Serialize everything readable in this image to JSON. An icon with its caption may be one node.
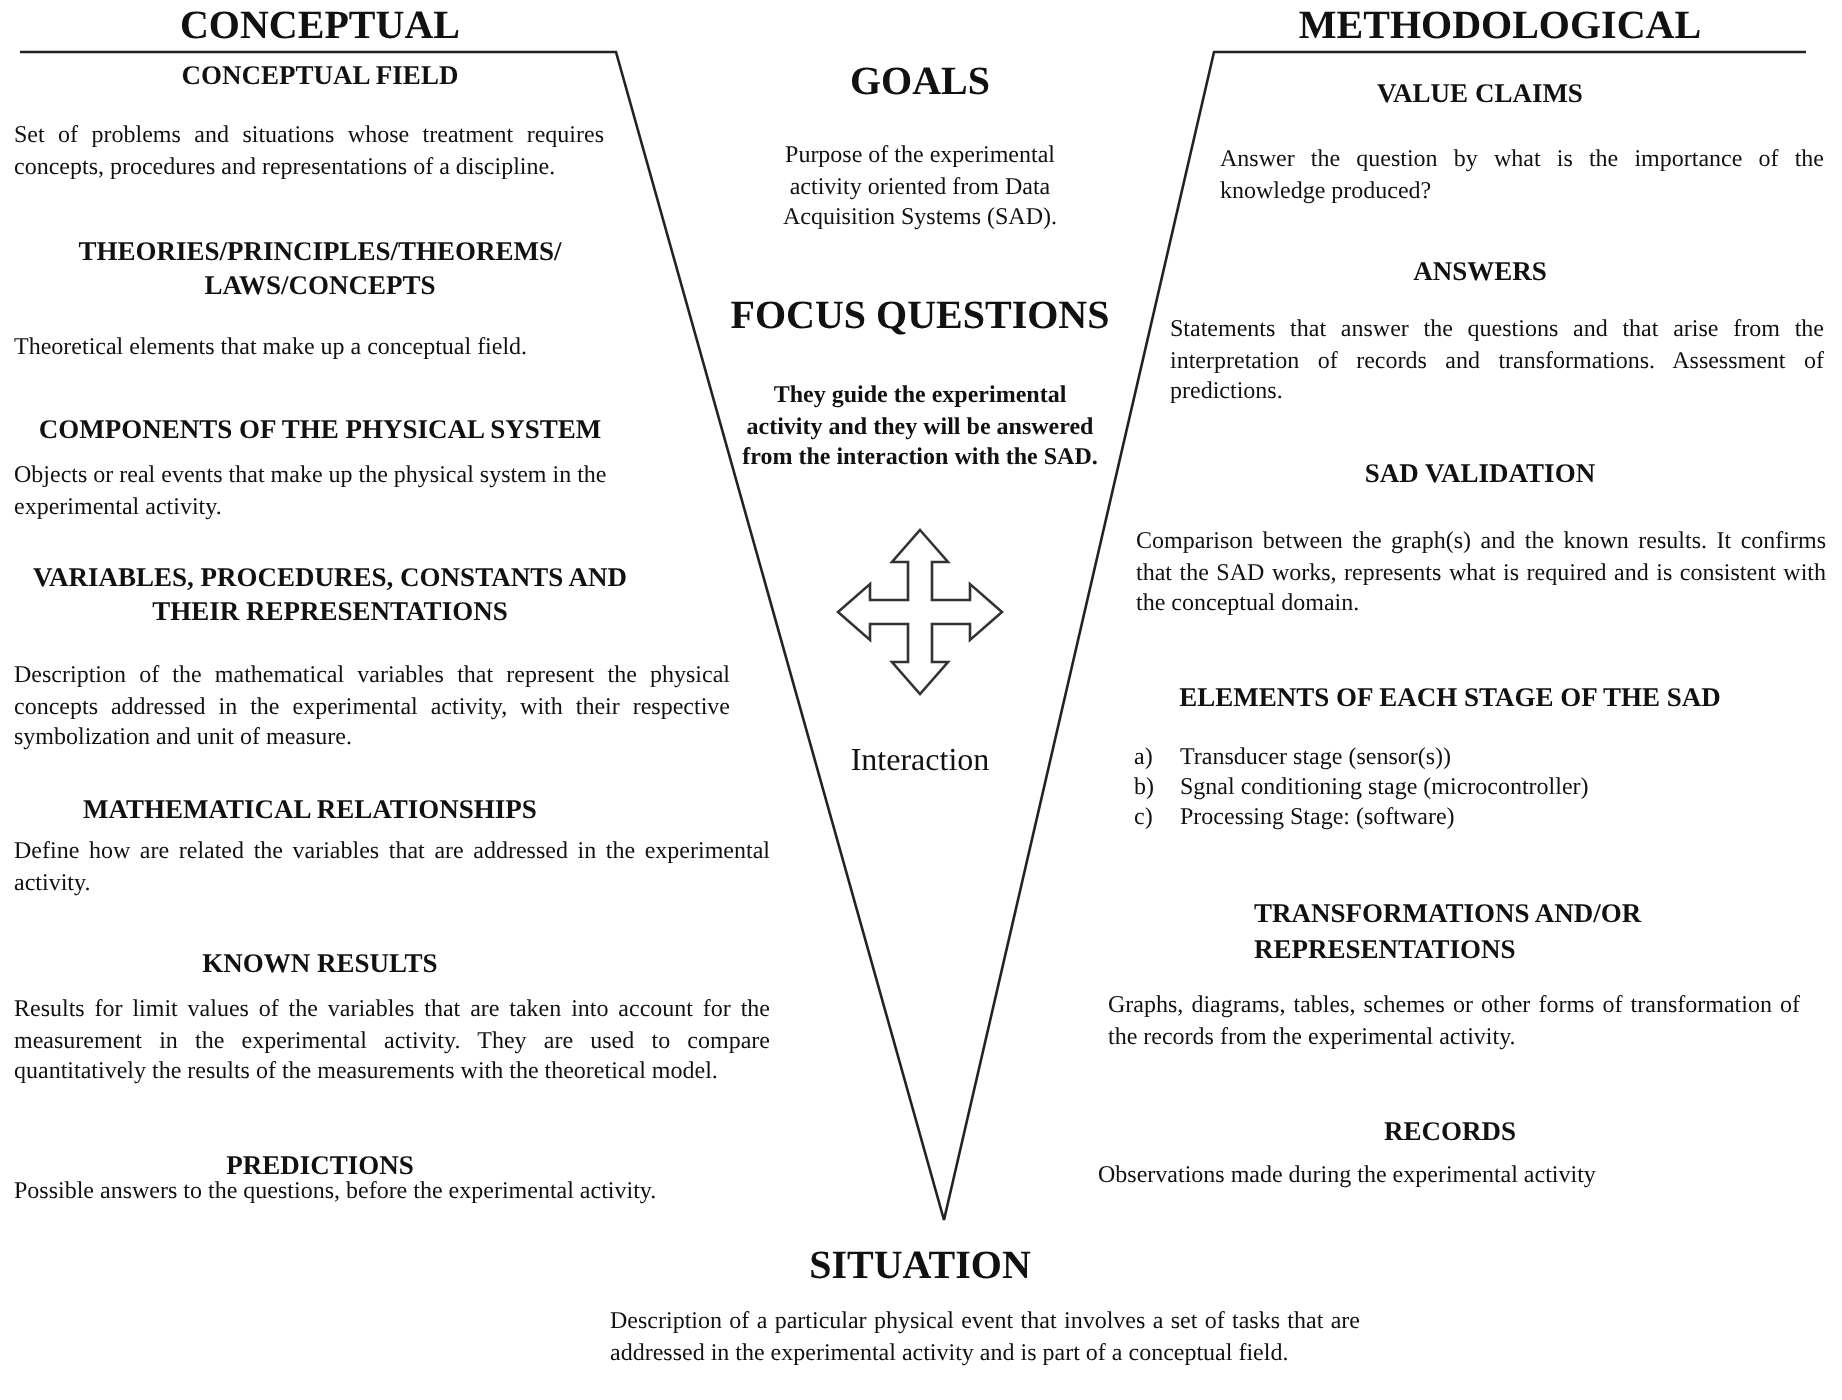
{
  "diagram": {
    "labels": [
      "CONCEPTUAL",
      "CONCEPTUAL FIELD",
      "Set of problems and situations whose treatment requires concepts, procedures and representations of a discipline.",
      "THEORIES/PRINCIPLES/THEOREMS/ LAWS/CONCEPTS",
      "Theoretical elements that make up a conceptual field.",
      "COMPONENTS OF THE PHYSICAL SYSTEM",
      "Objects or real events that make up the physical system in the experimental activity.",
      "VARIABLES, PROCEDURES, CONSTANTS AND THEIR REPRESENTATIONS",
      "Description of the mathematical variables that represent the physical concepts addressed in the experimental activity, with their respective symbolization and unit of measure.",
      "MATHEMATICAL RELATIONSHIPS",
      "Define how are related the variables that are addressed in the experimental activity.",
      "KNOWN RESULTS",
      "Results for limit values of the variables that are taken into account for the measurement in the experimental activity. They are used to compare quantitatively the results of the measurements with the theoretical model.",
      "PREDICTIONS",
      "Possible answers to the questions, before the experimental activity.",
      "GOALS",
      "Purpose of the experimental activity oriented from Data Acquisition Systems (SAD).",
      "FOCUS QUESTIONS",
      "They guide the experimental activity and they will be answered from the interaction with the SAD.",
      "Interaction",
      "SITUATION",
      "Description of a particular physical event that involves a set of tasks that are addressed in the experimental activity and is part of a conceptual field.",
      "METHODOLOGICAL",
      "VALUE CLAIMS",
      "Answer the question by what is the importance of the knowledge produced?",
      "ANSWERS",
      "Statements that answer the questions and that arise from the interpretation of records and transformations. Assessment of predictions.",
      "SAD VALIDATION",
      "Comparison between the graph(s) and the known results. It confirms that the SAD works, represents what is required and is consistent with the conceptual domain.",
      "ELEMENTS OF EACH STAGE OF THE SAD",
      "a)",
      "Transducer stage (sensor(s))",
      "b)",
      "Sgnal conditioning stage (microcontroller)",
      "c)",
      "Processing Stage: (software)",
      "TRANSFORMATIONS AND/OR REPRESENTATIONS",
      "Graphs, diagrams, tables, schemes or other forms of transformation of the records from the experimental activity.",
      "RECORDS",
      "Observations made during the experimental activity"
    ]
  }
}
